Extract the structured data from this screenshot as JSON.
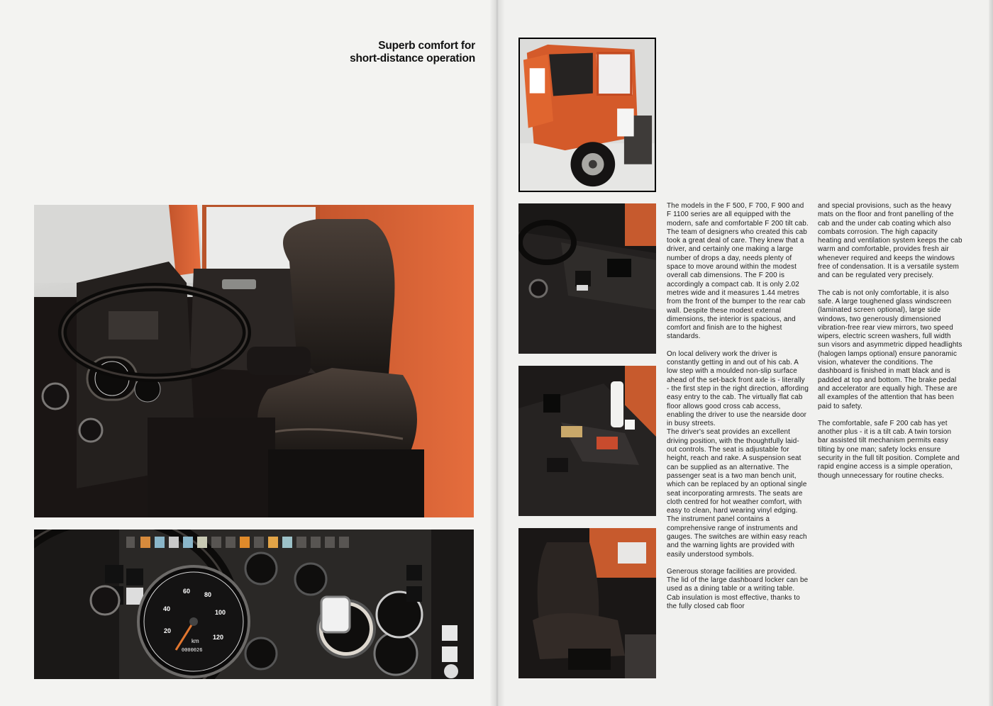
{
  "headline": {
    "line1": "Superb comfort for",
    "line2": "short-distance operation"
  },
  "gauges": {
    "speedo_ticks": [
      "20",
      "40",
      "60",
      "80",
      "100",
      "120"
    ],
    "speedo_unit": "km",
    "odometer": "0000026"
  },
  "text": {
    "col1": [
      "The models in the F 500, F 700, F 900 and F 1100 series are all equipped with the modern, safe and comfortable F 200 tilt cab. The team of designers who created this cab took a great deal of care. They knew that a driver, and certainly one making a large number of drops a day, needs plenty of space to move around within the modest overall cab dimensions. The F 200 is accordingly a compact cab. It is only 2.02 metres wide and it measures 1.44 metres from the front of the bumper to the rear cab wall. Despite these modest external dimensions, the interior is spacious, and comfort and finish are to the highest standards.",
      "On local delivery work the driver is constantly getting in and out of his cab. A low step with a moulded non-slip surface ahead of the set-back front axle is - literally - the first step in the right direction, affording easy entry to the cab. The virtually flat cab floor allows good cross cab access, enabling the driver to use the nearside door in busy streets.",
      "The driver's seat provides an excellent driving position, with the thoughtfully laid-out controls. The seat is adjustable for height, reach and rake. A suspension seat can be supplied as an alternative. The passenger seat is a two man bench unit, which can be replaced by an optional single seat incorporating armrests. The seats are cloth centred for hot weather comfort, with easy to clean, hard wearing vinyl edging. The instrument panel contains a comprehensive range of instruments and gauges. The switches are within easy reach and the warning lights are provided with easily understood symbols.",
      "Generous storage facilities are provided. The lid of the large dashboard locker can be used as a dining table or a writing table. Cab insulation is most effective, thanks to the fully closed cab floor"
    ],
    "col2": [
      "and special provisions, such as the heavy mats on the floor and front panelling of the cab and the under cab coating which also combats corrosion. The high capacity heating and ventilation system keeps the cab warm and comfortable, provides fresh air whenever required and keeps the windows free of condensation. It is a versatile system and can be regulated very precisely.",
      "The cab is not only comfortable, it is also safe. A large toughened glass windscreen (laminated screen optional), large side windows, two generously dimensioned vibration-free rear view mirrors, two speed wipers, electric screen washers, full width sun visors and asymmetric dipped headlights (halogen lamps optional) ensure panoramic vision, whatever the conditions. The dashboard is finished in matt black and is padded at top and bottom. The brake pedal and accelerator are equally high. These are all examples of the attention that has been paid to safety.",
      "The comfortable, safe F 200 cab has yet another plus - it is a tilt cab. A twin torsion bar assisted tilt mechanism permits easy tilting by one man; safety locks ensure security in the full tilt position. Complete and rapid engine access is a simple operation, though unnecessary for routine checks."
    ]
  }
}
